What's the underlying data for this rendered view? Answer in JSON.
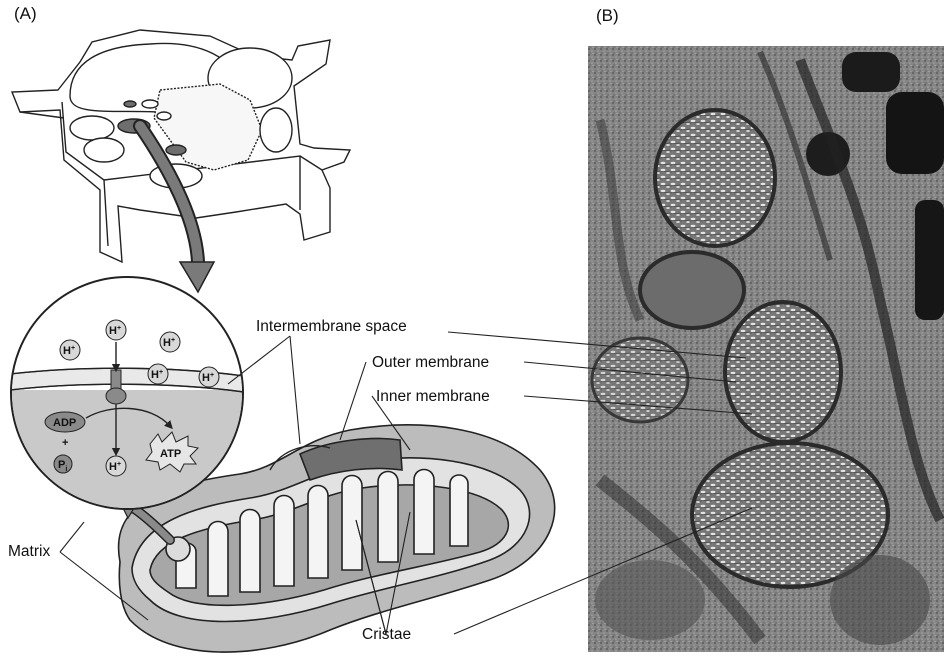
{
  "panels": {
    "a": "(A)",
    "b": "(B)"
  },
  "labels": {
    "intermembrane_space": "Intermembrane space",
    "outer_membrane": "Outer membrane",
    "inner_membrane": "Inner membrane",
    "matrix": "Matrix",
    "cristae": "Cristae"
  },
  "inset": {
    "proton": "H",
    "proton_charge": "+",
    "adp": "ADP",
    "plus": "+",
    "phosphate": "P",
    "phosphate_sub": "i",
    "atp": "ATP"
  }
}
